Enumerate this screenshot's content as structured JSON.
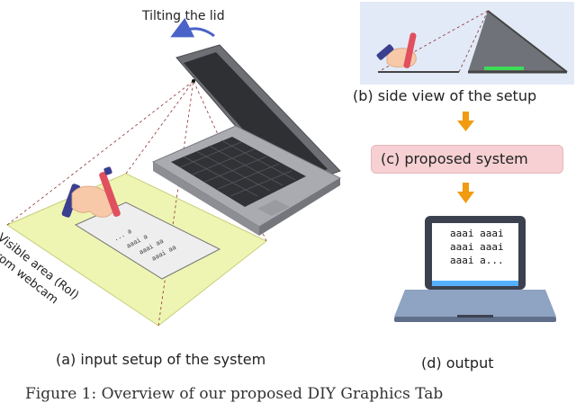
{
  "labels": {
    "tilt": "Tilting the lid",
    "roi_line1": "Visible area (RoI)",
    "roi_line2": "from webcam",
    "caption_a": "(a) input setup of the system",
    "caption_b": "(b) side view of the setup",
    "caption_c": "(c) proposed system",
    "caption_d": "(d) output",
    "figure_caption": "Figure 1: Overview of our proposed DIY Graphics Tab"
  },
  "screen_text": [
    "aaai aaai",
    "aaai aaai",
    "aaai a..."
  ],
  "paper_text": [
    "... a",
    "aaai a",
    "aaai aa",
    "aaai aa"
  ],
  "colors": {
    "roi_fill": "#eef5b3",
    "flow_box": "#f6d0d2",
    "arrow": "#f29b11",
    "side_panel": "#e2eaf7",
    "lid_arrow": "#4a63c8"
  }
}
